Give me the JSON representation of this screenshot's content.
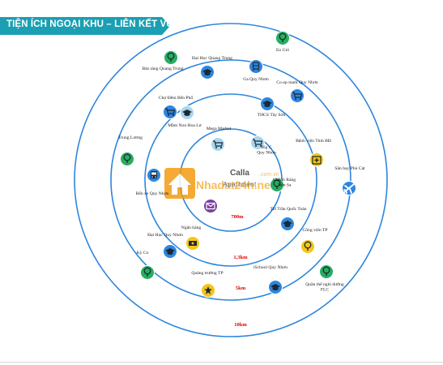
{
  "header": {
    "title": "TIỆN ÍCH NGOẠI KHU – LIÊN KẾT VÙNG",
    "color": "#1a9fb3"
  },
  "center": {
    "brand": "Calla",
    "subtitle": "Apartment"
  },
  "watermark": {
    "text": "Nhadat24h.net",
    "domain": ".com.vn"
  },
  "rings": [
    {
      "label": "700m"
    },
    {
      "label": "1,3km"
    },
    {
      "label": "5km"
    },
    {
      "label": "10km"
    }
  ],
  "colors": {
    "ring": "#2e86de",
    "icon_green": "#27ae60",
    "icon_blue": "#2e86de",
    "icon_light": "#a9d6ee",
    "icon_yellow": "#f5c518",
    "icon_purple": "#7b3f9e",
    "distance_label": "#e00000"
  },
  "places": [
    {
      "label": "Eo Gió",
      "color": "green",
      "icon": "tree-icon"
    },
    {
      "label": "Bảo tàng Quang Trung",
      "color": "green",
      "icon": "tree-icon"
    },
    {
      "label": "Đại Học Quang Trung",
      "color": "blue",
      "icon": "graduation-cap-icon"
    },
    {
      "label": "Ga Quy Nhơn",
      "color": "blue",
      "icon": "train-icon"
    },
    {
      "label": "Co.op mark Quy Nhơn",
      "color": "blue",
      "icon": "cart-icon"
    },
    {
      "label": "Chợ Đêm Bến Phố",
      "color": "blue",
      "icon": "cart-icon"
    },
    {
      "label": "THCS Tây Sơn",
      "color": "blue",
      "icon": "graduation-cap-icon"
    },
    {
      "label": "Mầm Non Hoa Lư",
      "color": "light",
      "icon": "graduation-cap-icon"
    },
    {
      "label": "Mega Market",
      "color": "light",
      "icon": "cart-icon"
    },
    {
      "label": "Bệnh viện Tỉnh BĐ",
      "color": "yellow",
      "icon": "hospital-icon"
    },
    {
      "label": "Trung Lương",
      "color": "green",
      "icon": "tree-icon"
    },
    {
      "label": "Big C\nQuy Nhơn",
      "color": "light",
      "icon": "cart-icon"
    },
    {
      "label": "Bến xe Quy Nhơn",
      "color": "blue",
      "icon": "bus-icon"
    },
    {
      "label": "Sân bay Phù Cát",
      "color": "blue",
      "icon": "plane-icon"
    },
    {
      "label": "Ghềnh Ráng\nTiên Sa",
      "color": "green",
      "icon": "tree-icon"
    },
    {
      "label": "TH Trần Quốc Toản",
      "color": "blue",
      "icon": "graduation-cap-icon"
    },
    {
      "label": "Ngân hàng",
      "color": "yellow",
      "icon": "money-icon"
    },
    {
      "label": "Công viên TP",
      "color": "yellow",
      "icon": "tree-icon"
    },
    {
      "label": "Đại Học Quy Nhơn",
      "color": "blue",
      "icon": "graduation-cap-icon"
    },
    {
      "label": "Kỳ Co",
      "color": "green",
      "icon": "tree-icon"
    },
    {
      "label": "Quảng trường TP",
      "color": "yellow",
      "icon": "star-icon"
    },
    {
      "label": "iSchool Quy Nhơn",
      "color": "blue",
      "icon": "graduation-cap-icon"
    },
    {
      "label": "Quần thể nghỉ dưỡng\nFLC",
      "color": "green",
      "icon": "tree-icon"
    },
    {
      "label": "",
      "color": "purple",
      "icon": "mail-icon"
    }
  ]
}
